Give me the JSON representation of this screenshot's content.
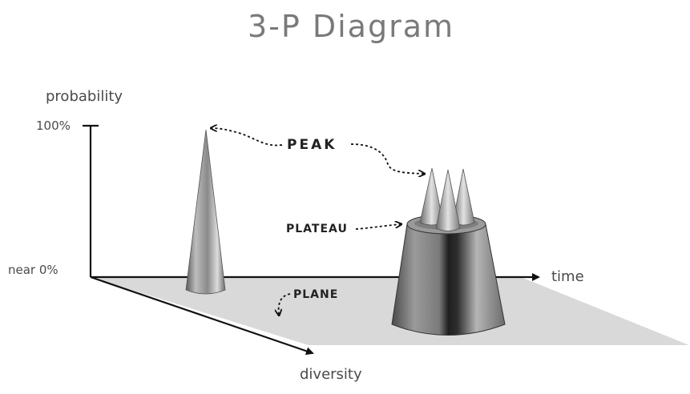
{
  "title": "3-P Diagram",
  "axes": {
    "y_label": "probability",
    "x_label": "time",
    "z_label": "diversity",
    "y_tick_top": "100%",
    "y_tick_bottom": "near 0%"
  },
  "callouts": {
    "peak": "PEAK",
    "plateau": "PLATEAU",
    "plane": "PLANE"
  },
  "colors": {
    "title": "#7a7a7a",
    "plane": "#d9d9d9",
    "shape_light": "#c8c8c8",
    "shape_dark": "#3a3a3a"
  }
}
